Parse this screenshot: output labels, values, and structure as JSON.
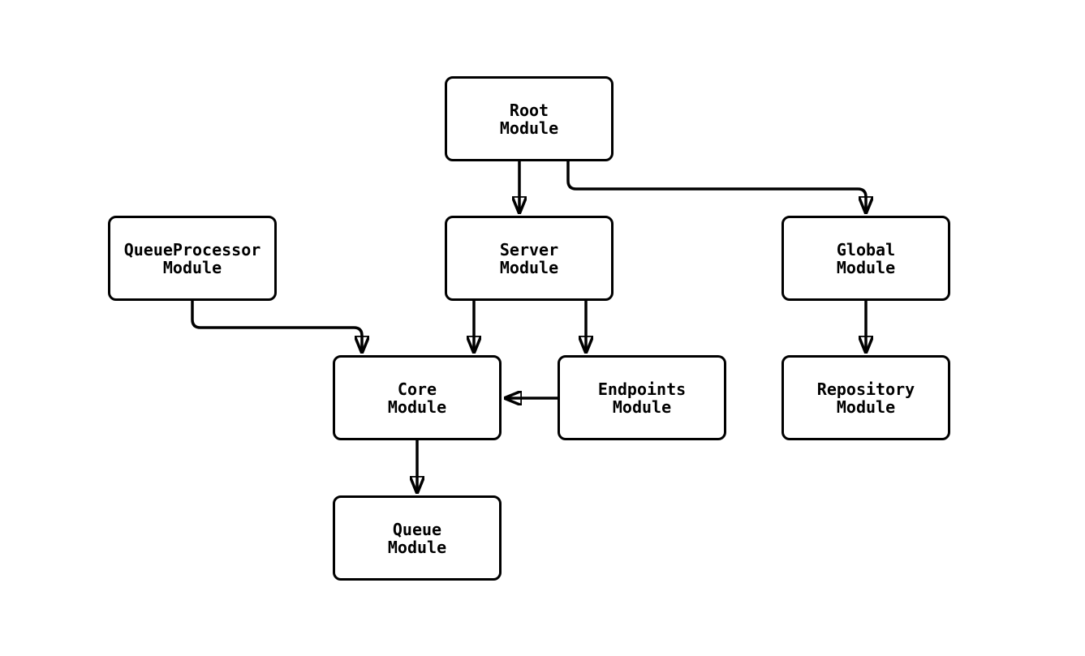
{
  "diagram": {
    "type": "flowchart",
    "direction": "top-down",
    "background_color": "#ffffff",
    "node_fill_color": "#ffffff",
    "node_stroke_color": "#000000",
    "edge_color": "#000000",
    "nodes": [
      {
        "id": "root",
        "label": "Root\nModule"
      },
      {
        "id": "queueprocessor",
        "label": "QueueProcessor\nModule"
      },
      {
        "id": "server",
        "label": "Server\nModule"
      },
      {
        "id": "global",
        "label": "Global\nModule"
      },
      {
        "id": "core",
        "label": "Core\nModule"
      },
      {
        "id": "endpoints",
        "label": "Endpoints\nModule"
      },
      {
        "id": "repository",
        "label": "Repository\nModule"
      },
      {
        "id": "queue",
        "label": "Queue\nModule"
      }
    ],
    "edges": [
      {
        "from": "root",
        "to": "server"
      },
      {
        "from": "root",
        "to": "global"
      },
      {
        "from": "queueprocessor",
        "to": "core"
      },
      {
        "from": "server",
        "to": "core"
      },
      {
        "from": "server",
        "to": "endpoints"
      },
      {
        "from": "endpoints",
        "to": "core"
      },
      {
        "from": "global",
        "to": "repository"
      },
      {
        "from": "core",
        "to": "queue"
      }
    ]
  }
}
